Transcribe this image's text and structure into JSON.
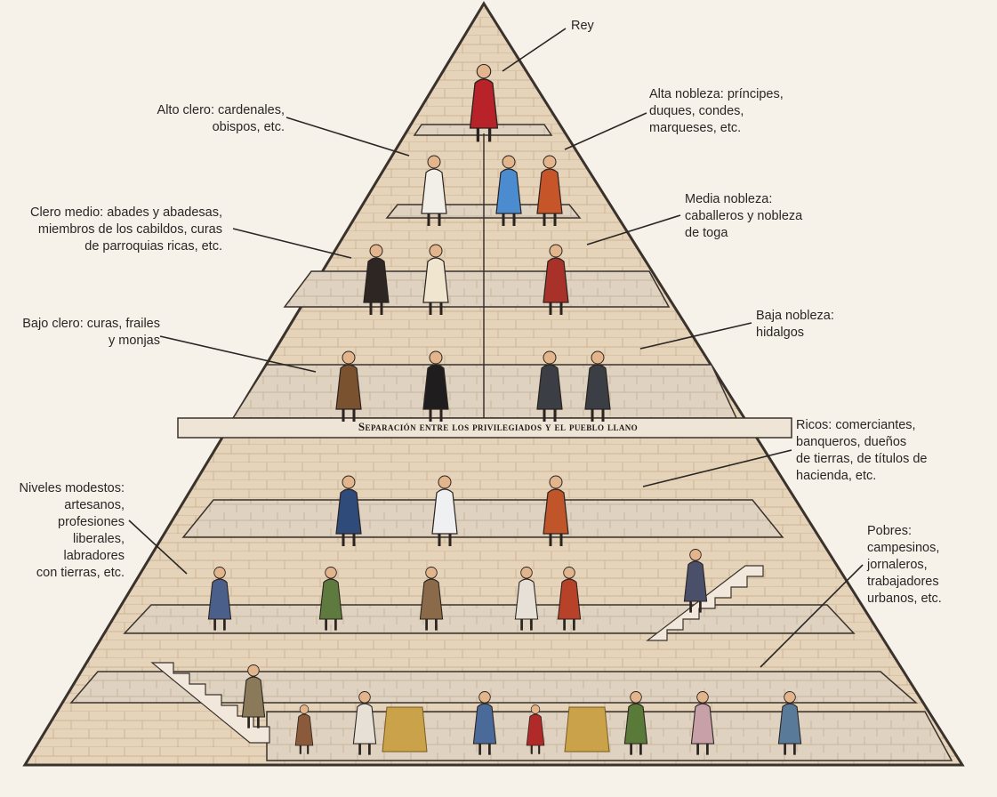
{
  "labels": {
    "rey": "Rey",
    "alto_clero": "Alto clero: cardenales,\nobispos, etc.",
    "alta_nobleza": "Alta nobleza: príncipes,\nduques, condes,\nmarqueses, etc.",
    "clero_medio": "Clero medio: abades y abadesas,\nmiembros de los cabildos, curas\nde parroquias ricas, etc.",
    "media_nobleza": "Media nobleza:\ncaballeros y nobleza\nde toga",
    "bajo_clero": "Bajo clero: curas, frailes\ny monjas",
    "baja_nobleza": "Baja nobleza:\nhidalgos",
    "separacion": "Separación entre los privilegiados y el pueblo llano",
    "ricos": "Ricos: comerciantes,\nbanqueros, dueños\nde tierras, de títulos de\nhacienda, etc.",
    "niveles_modestos": "Niveles modestos:\nartesanos,\nprofesiones\nliberales, labradores\ncon tierras, etc.",
    "pobres": "Pobres:\ncampesinos,\njornaleros,\ntrabajadores\nurbanos, etc."
  },
  "colors": {
    "background": "#f6f2ea",
    "brick": "#e6d4ba",
    "brick_line": "#cdb595",
    "floor": "#d9cbb6",
    "outline": "#3a332d",
    "leader": "#2a2624"
  },
  "icons": {
    "king": "king-figure-icon",
    "cardinal": "cardinal-figure-icon",
    "noble": "noble-figure-icon",
    "friar": "friar-figure-icon",
    "peasant": "peasant-figure-icon"
  }
}
